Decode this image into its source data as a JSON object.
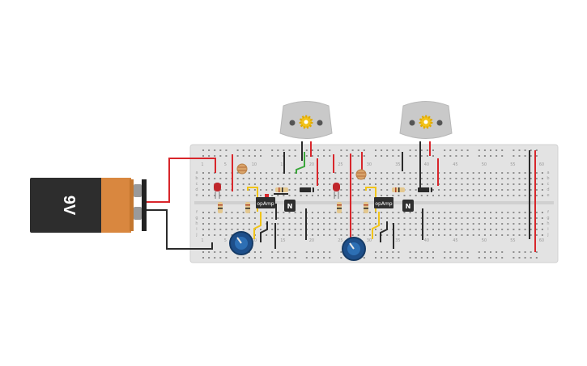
{
  "battery": {
    "label": "9V"
  },
  "chips": [
    {
      "label": "opAmp"
    },
    {
      "label": "opAmp"
    }
  ],
  "transistors": [
    {
      "label": "N"
    },
    {
      "label": "N"
    }
  ],
  "breadboard": {
    "column_labels": [
      "1",
      "5",
      "10",
      "15",
      "20",
      "25",
      "30",
      "35",
      "40",
      "45",
      "50",
      "55",
      "60"
    ],
    "row_labels_top": [
      "a",
      "b",
      "c",
      "d",
      "e"
    ],
    "row_labels_bottom": [
      "f",
      "g",
      "h",
      "i",
      "j"
    ]
  },
  "colors": {
    "wire_red": "#d8262b",
    "wire_black": "#2b2b2b",
    "wire_green": "#3aa63a",
    "wire_yellow": "#f0c419",
    "led_red": "#c0262b",
    "pot_blue": "#1e4f8a",
    "battery_copper": "#d9873f",
    "battery_black": "#2d2d2d"
  }
}
